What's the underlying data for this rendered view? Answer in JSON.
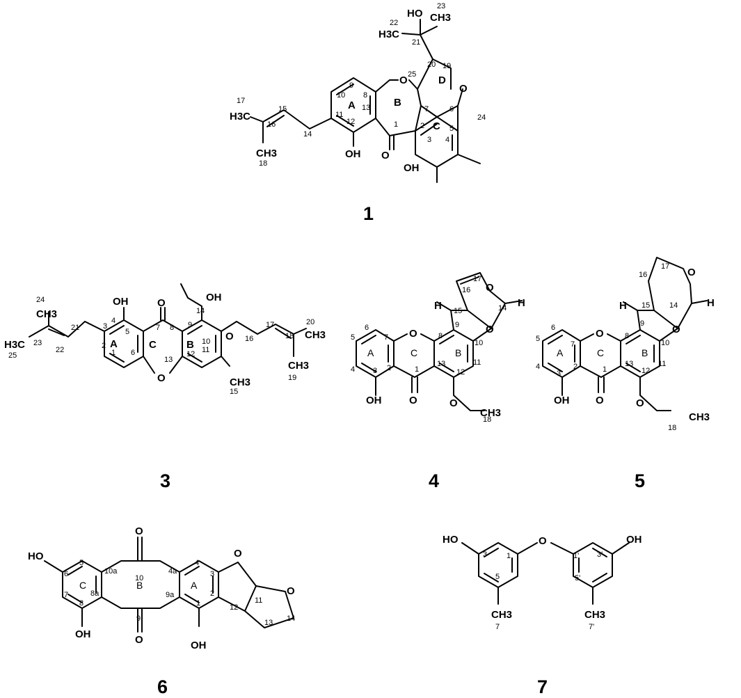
{
  "colors": {
    "background": "#ffffff",
    "ink": "#000000"
  },
  "compounds": [
    {
      "number": "1",
      "ring_labels": [
        "A",
        "B",
        "C",
        "D"
      ],
      "atom_labels": [
        "HO",
        "CH3",
        "H3C",
        "OH",
        "OH",
        "O",
        "O",
        "O",
        "H3C",
        "CH3"
      ],
      "numbering": [
        "1",
        "2",
        "3",
        "4",
        "5",
        "6",
        "7",
        "8",
        "9",
        "10",
        "11",
        "12",
        "13",
        "14",
        "15",
        "16",
        "17",
        "18",
        "19",
        "20",
        "21",
        "22",
        "23",
        "24",
        "25"
      ]
    },
    {
      "number": "3",
      "ring_labels": [
        "A",
        "B",
        "C"
      ],
      "atom_labels": [
        "OH",
        "O",
        "OH",
        "O",
        "O",
        "CH3",
        "H3C",
        "CH3",
        "CH3",
        "CH3"
      ],
      "numbering": [
        "1",
        "2",
        "3",
        "4",
        "5",
        "6",
        "7",
        "8",
        "9",
        "10",
        "11",
        "12",
        "13",
        "14",
        "15",
        "16",
        "17",
        "18",
        "19",
        "20",
        "21",
        "22",
        "23",
        "24",
        "25"
      ]
    },
    {
      "number": "4",
      "ring_labels": [
        "A",
        "B",
        "C"
      ],
      "atom_labels": [
        "O",
        "O",
        "O",
        "OH",
        "O",
        "O",
        "CH3",
        "H",
        "H"
      ],
      "numbering": [
        "1",
        "2",
        "3",
        "4",
        "5",
        "6",
        "7",
        "8",
        "9",
        "10",
        "11",
        "12",
        "13",
        "14",
        "15",
        "16",
        "17",
        "18"
      ]
    },
    {
      "number": "5",
      "ring_labels": [
        "A",
        "B",
        "C"
      ],
      "atom_labels": [
        "O",
        "O",
        "O",
        "OH",
        "O",
        "O",
        "CH3",
        "H",
        "H"
      ],
      "numbering": [
        "1",
        "2",
        "3",
        "4",
        "5",
        "6",
        "7",
        "8",
        "9",
        "10",
        "11",
        "12",
        "13",
        "14",
        "15",
        "16",
        "17",
        "18"
      ]
    },
    {
      "number": "6",
      "ring_labels": [
        "A",
        "B",
        "C"
      ],
      "atom_labels": [
        "O",
        "O",
        "HO",
        "OH",
        "OH",
        "O",
        "O"
      ],
      "numbering": [
        "1",
        "2",
        "3",
        "4",
        "4a",
        "5",
        "6",
        "7",
        "8",
        "8a",
        "9",
        "9a",
        "10",
        "10a",
        "11",
        "12",
        "13",
        "14"
      ]
    },
    {
      "number": "7",
      "ring_labels": [],
      "atom_labels": [
        "HO",
        "O",
        "OH",
        "CH3",
        "CH3"
      ],
      "numbering": [
        "1",
        "3",
        "5",
        "7",
        "1'",
        "3'",
        "5'",
        "7'"
      ]
    }
  ]
}
